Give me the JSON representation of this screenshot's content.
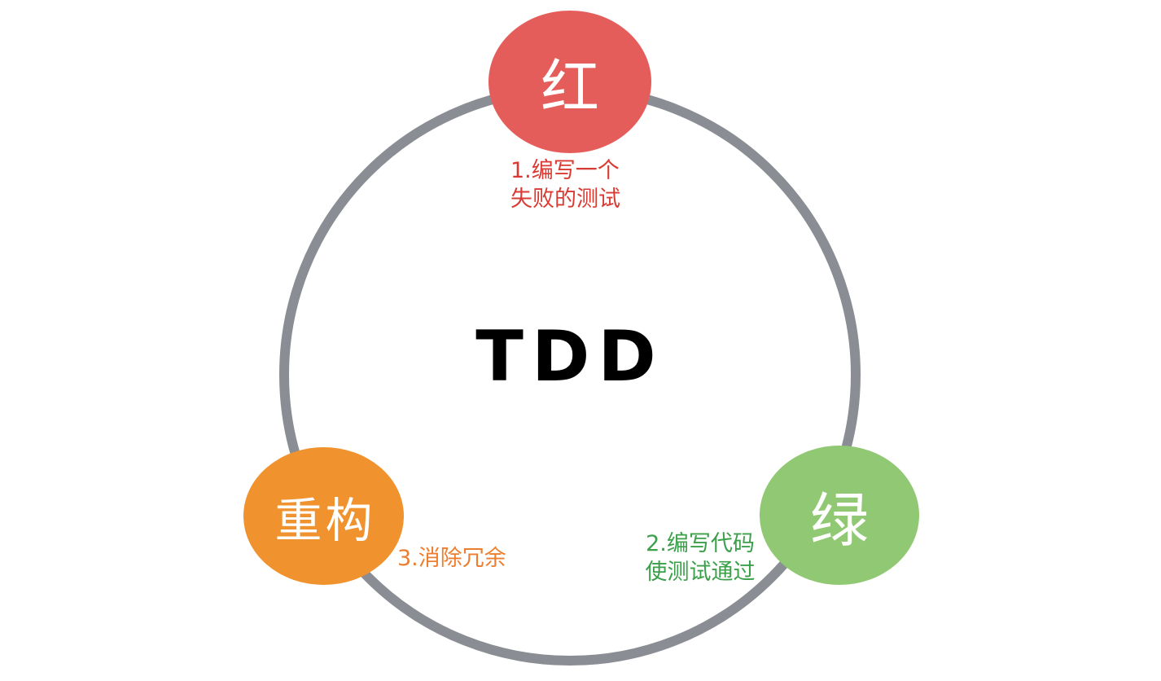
{
  "diagram": {
    "center_title": "TDD",
    "background": "#FFFFFF",
    "ring_color": "#8A8E94",
    "title_color": "#000000",
    "node_label_color": "#FFFFFF",
    "nodes": [
      {
        "id": "red",
        "circle_label": "红",
        "circle_fill": "#E55D5B",
        "step_color": "#D93B33",
        "step_line1": "1.编写一个",
        "step_line2": "失败的测试"
      },
      {
        "id": "green",
        "circle_label": "绿",
        "circle_fill": "#90C873",
        "step_color": "#3CA04A",
        "step_line1": "2.编写代码",
        "step_line2": "使测试通过"
      },
      {
        "id": "refactor",
        "circle_label": "重构",
        "circle_fill": "#F0922E",
        "step_color": "#ED7E2F",
        "step_line1": "3.消除冗余"
      }
    ]
  }
}
